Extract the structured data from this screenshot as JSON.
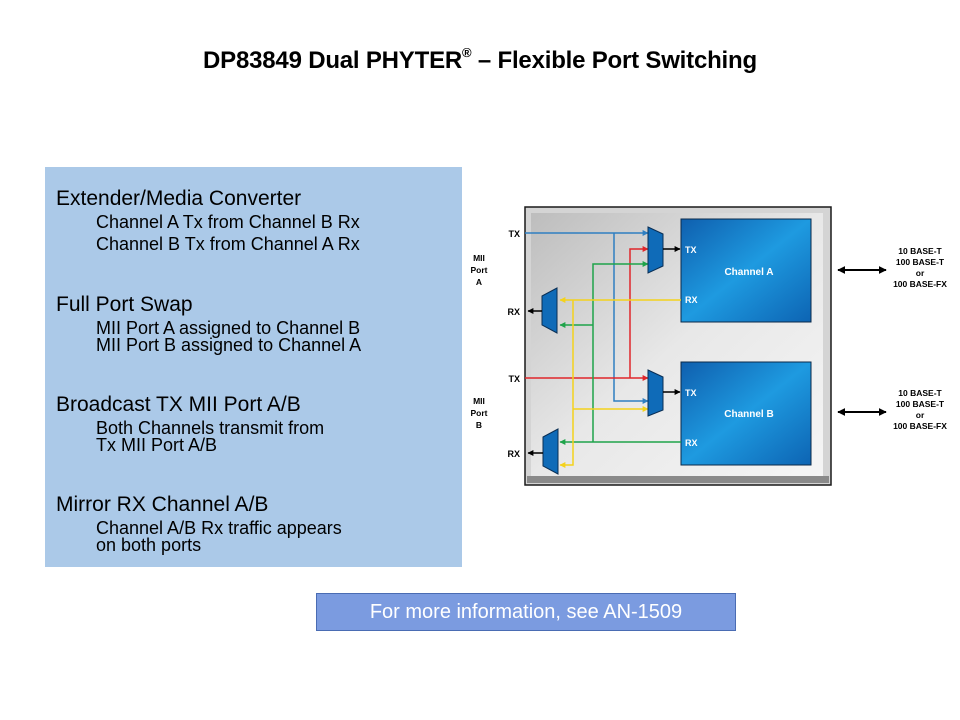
{
  "title": {
    "main": "DP83849 Dual PHYTER",
    "registered": "®",
    "suffix": " – Flexible Port Switching"
  },
  "modes": [
    {
      "heading": "Extender/Media  Converter",
      "lines": [
        "Channel A Tx from Channel B Rx",
        "Channel B Tx from Channel A Rx"
      ]
    },
    {
      "heading": "Full Port Swap",
      "lines": [
        "MII Port A assigned to Channel B",
        "MII Port B assigned to Channel A"
      ]
    },
    {
      "heading": "Broadcast TX MII Port A/B",
      "lines": [
        "Both Channels transmit from",
        "Tx MII Port A/B"
      ]
    },
    {
      "heading": "Mirror RX Channel A/B",
      "lines": [
        "Channel A/B Rx traffic appears",
        "on both ports"
      ]
    }
  ],
  "diagram": {
    "ports": [
      {
        "label_lines": [
          "MII",
          "Port",
          "A"
        ],
        "tx": "TX",
        "rx": "RX"
      },
      {
        "label_lines": [
          "MII",
          "Port",
          "B"
        ],
        "tx": "TX",
        "rx": "RX"
      }
    ],
    "channels": [
      {
        "name": "Channel A",
        "tx": "TX",
        "rx": "RX"
      },
      {
        "name": "Channel B",
        "tx": "TX",
        "rx": "RX"
      }
    ],
    "media_labels": [
      "10 BASE-T",
      "100 BASE-T",
      "or",
      "100 BASE-FX"
    ],
    "colors": {
      "blue_path": "#2f7fc1",
      "red_path": "#e0262b",
      "green_path": "#1fa34a",
      "yellow_path": "#f4d21c",
      "mux": "#0f6bb8",
      "channel_block": "#1a82cf"
    }
  },
  "info_button": {
    "label": "For more information, see AN-1509"
  }
}
